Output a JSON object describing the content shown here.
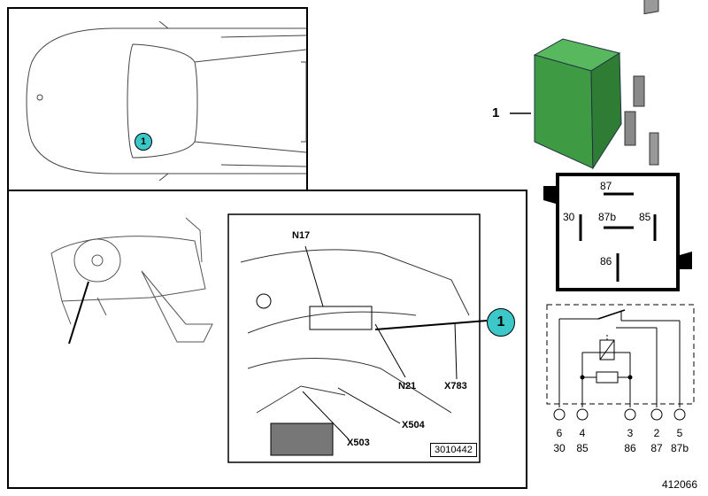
{
  "car_panel": {
    "callout": "1"
  },
  "detail_panel": {
    "callout": "1",
    "image_number": "3010442",
    "labels": {
      "n17": "N17",
      "n21": "N21",
      "x783": "X783",
      "x504": "X504",
      "x503": "X503"
    }
  },
  "relay": {
    "part_number": "1",
    "terminals_top": {
      "t87": "87",
      "t30": "30",
      "t87b": "87b",
      "t85": "85",
      "t86": "86"
    },
    "pins": [
      {
        "num": "6",
        "term": "30"
      },
      {
        "num": "4",
        "term": "85"
      },
      {
        "num": "3",
        "term": "86"
      },
      {
        "num": "2",
        "term": "87"
      },
      {
        "num": "5",
        "term": "87b"
      }
    ],
    "colors": {
      "body": "#3f9a44",
      "callout": "#3cc8c8"
    }
  },
  "reference_number": "412066"
}
